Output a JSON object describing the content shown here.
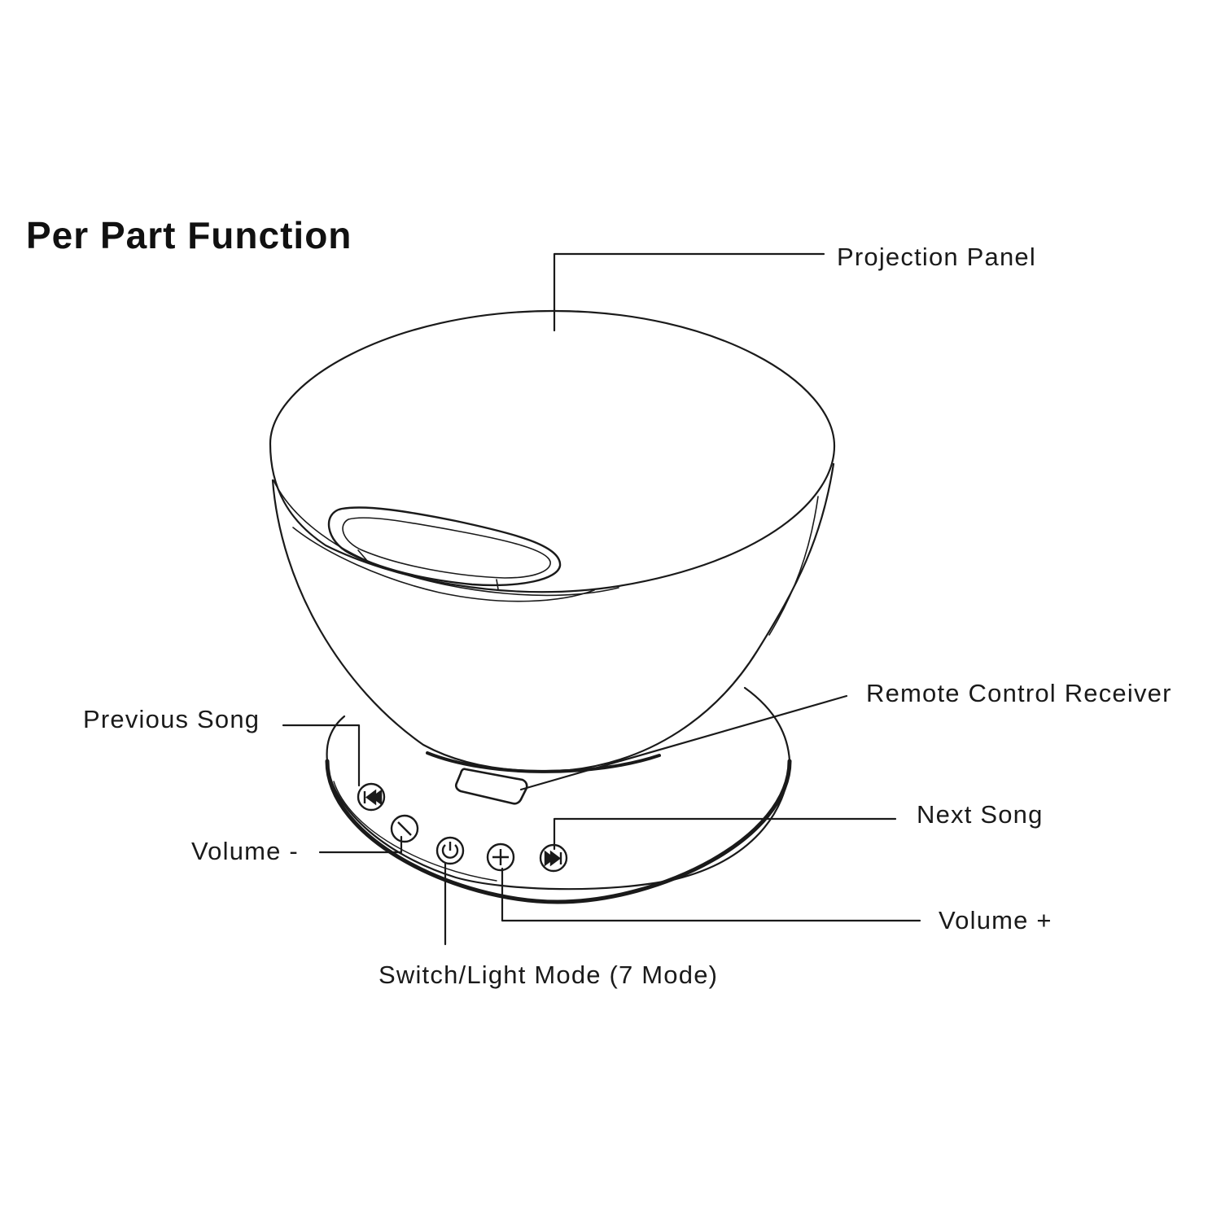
{
  "title": "Per Part Function",
  "labels": {
    "projection_panel": "Projection Panel",
    "remote_control_receiver": "Remote Control Receiver",
    "previous_song": "Previous Song",
    "next_song": "Next Song",
    "volume_down": "Volume -",
    "volume_up": "Volume +",
    "switch_light_mode": "Switch/Light Mode (7 Mode)"
  },
  "icons": {
    "previous": "previous-track-icon",
    "volume_down": "minus-icon",
    "power": "power-icon",
    "volume_up": "plus-icon",
    "next": "next-track-icon"
  },
  "colors": {
    "line": "#1a1a1a",
    "background": "#ffffff"
  }
}
